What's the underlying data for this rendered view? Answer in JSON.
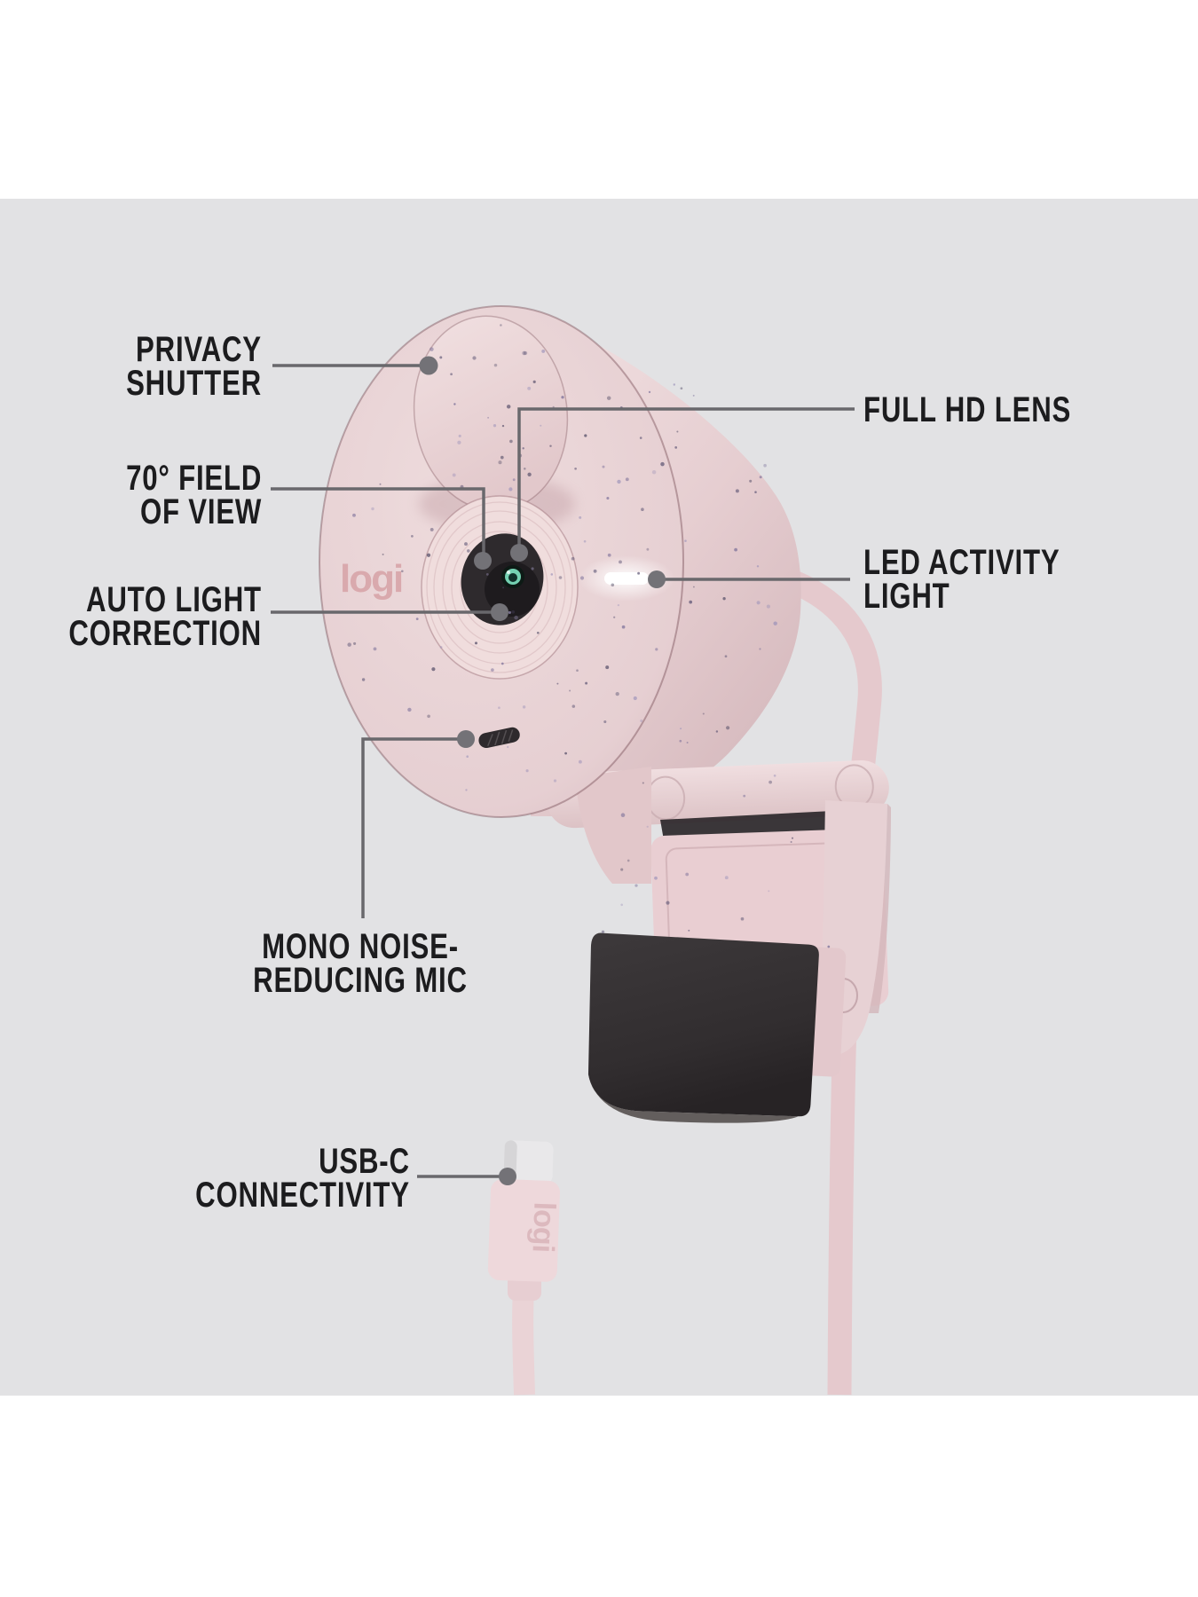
{
  "colors": {
    "canvas": "#ffffff",
    "photo_bg": "#e2e2e4",
    "text": "#1c1c1e",
    "line": "#69686c",
    "dot": "#737277",
    "pink": "#e9d4d6",
    "pink_light": "#f0dedf",
    "pink_dark": "#d8bdc1",
    "pad_black": "#343032",
    "lens_green": "#74d1b2",
    "led_white": "#ffffff",
    "logo_pink": "#d9a9ad"
  },
  "logos": {
    "face": "logi",
    "connector": "logi"
  },
  "callouts": [
    {
      "id": "privacy-shutter",
      "lines": [
        "PRIVACY",
        "SHUTTER"
      ]
    },
    {
      "id": "field-of-view",
      "lines": [
        "70° FIELD",
        "OF VIEW"
      ]
    },
    {
      "id": "auto-light-correction",
      "lines": [
        "AUTO LIGHT",
        "CORRECTION"
      ]
    },
    {
      "id": "full-hd-lens",
      "lines": [
        "FULL HD LENS"
      ]
    },
    {
      "id": "led-activity-light",
      "lines": [
        "LED ACTIVITY",
        "LIGHT"
      ]
    },
    {
      "id": "mono-noise-reducing-mic",
      "lines": [
        "MONO NOISE-",
        "REDUCING MIC"
      ]
    },
    {
      "id": "usb-c-connectivity",
      "lines": [
        "USB-C",
        "CONNECTIVITY"
      ]
    }
  ]
}
